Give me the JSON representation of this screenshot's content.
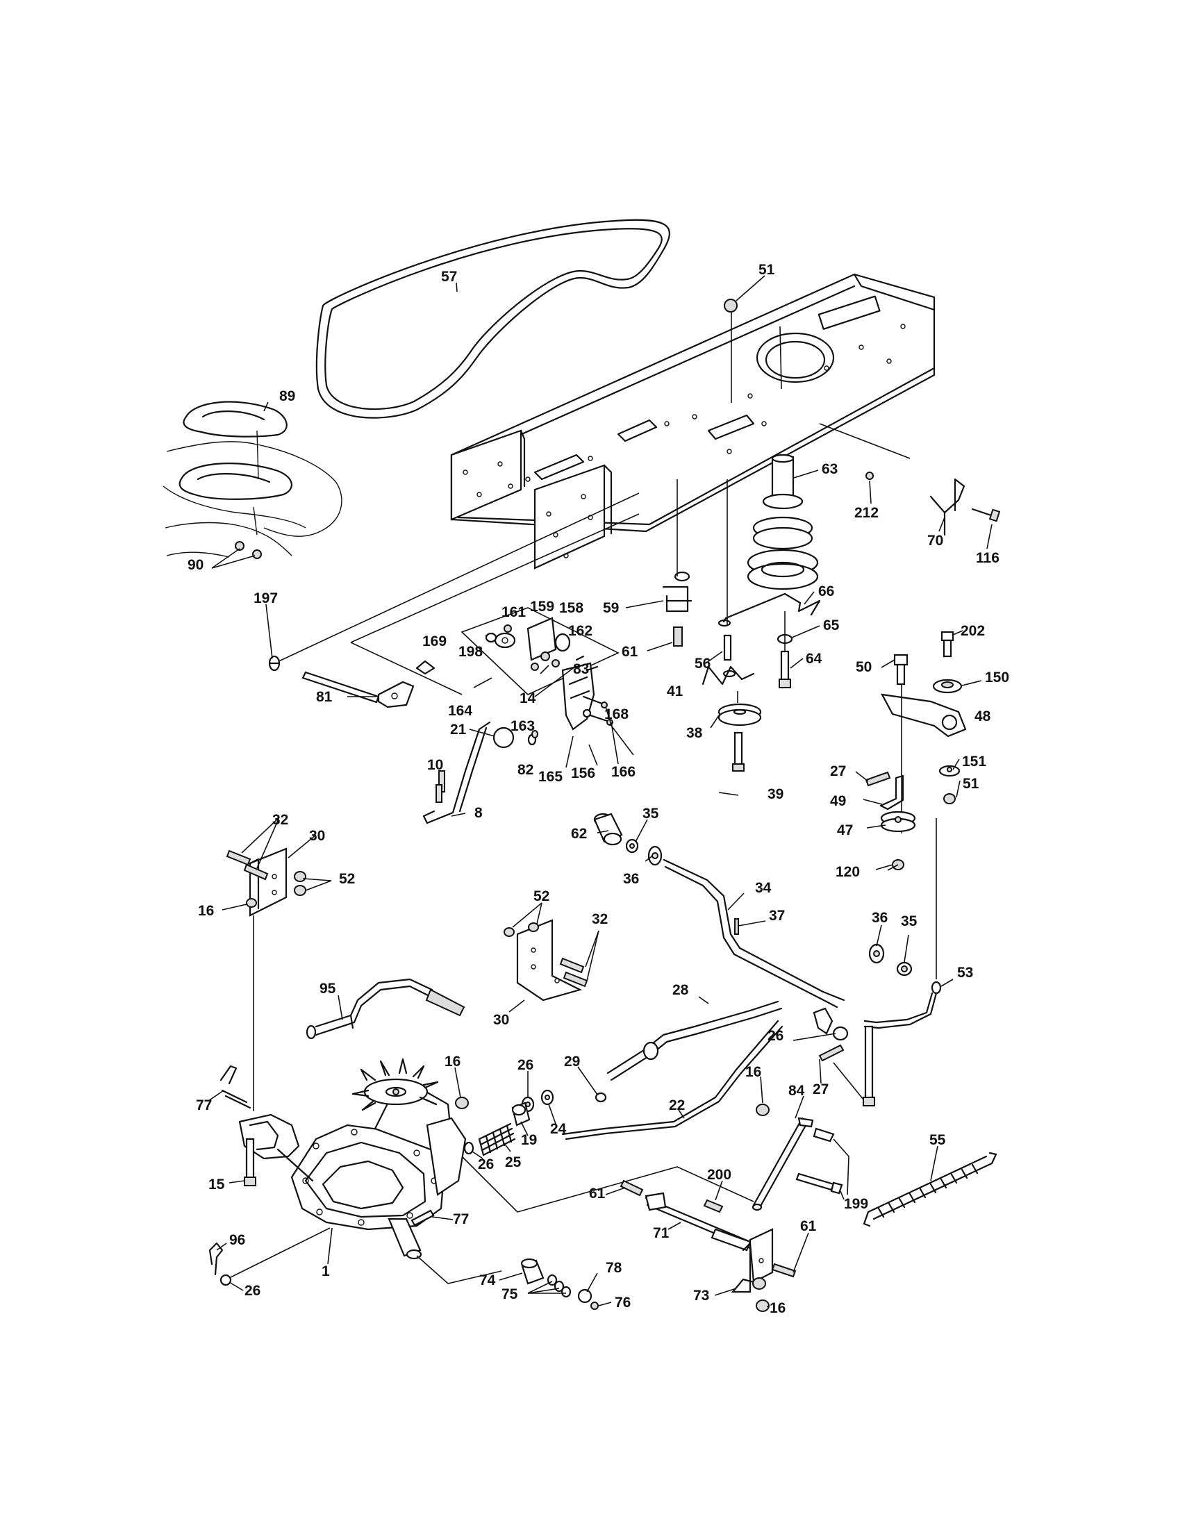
{
  "diagram": {
    "callouts": [
      {
        "id": "57"
      },
      {
        "id": "51a",
        "text": "51"
      },
      {
        "id": "89"
      },
      {
        "id": "63"
      },
      {
        "id": "212"
      },
      {
        "id": "70"
      },
      {
        "id": "116"
      },
      {
        "id": "90"
      },
      {
        "id": "197"
      },
      {
        "id": "59"
      },
      {
        "id": "66"
      },
      {
        "id": "161"
      },
      {
        "id": "159"
      },
      {
        "id": "158"
      },
      {
        "id": "169"
      },
      {
        "id": "198"
      },
      {
        "id": "162"
      },
      {
        "id": "65"
      },
      {
        "id": "202"
      },
      {
        "id": "61a",
        "text": "61"
      },
      {
        "id": "56"
      },
      {
        "id": "64"
      },
      {
        "id": "50"
      },
      {
        "id": "150"
      },
      {
        "id": "81"
      },
      {
        "id": "14"
      },
      {
        "id": "164"
      },
      {
        "id": "83"
      },
      {
        "id": "41"
      },
      {
        "id": "163"
      },
      {
        "id": "168"
      },
      {
        "id": "48"
      },
      {
        "id": "21"
      },
      {
        "id": "38"
      },
      {
        "id": "82"
      },
      {
        "id": "165"
      },
      {
        "id": "156"
      },
      {
        "id": "166"
      },
      {
        "id": "27a",
        "text": "27"
      },
      {
        "id": "151"
      },
      {
        "id": "10"
      },
      {
        "id": "51b",
        "text": "51"
      },
      {
        "id": "39"
      },
      {
        "id": "49"
      },
      {
        "id": "8"
      },
      {
        "id": "47"
      },
      {
        "id": "35a",
        "text": "35"
      },
      {
        "id": "32a",
        "text": "32"
      },
      {
        "id": "30a",
        "text": "30"
      },
      {
        "id": "62"
      },
      {
        "id": "36a",
        "text": "36"
      },
      {
        "id": "120"
      },
      {
        "id": "52a",
        "text": "52"
      },
      {
        "id": "34"
      },
      {
        "id": "16a",
        "text": "16"
      },
      {
        "id": "52b",
        "text": "52"
      },
      {
        "id": "37"
      },
      {
        "id": "36b",
        "text": "36"
      },
      {
        "id": "35b",
        "text": "35"
      },
      {
        "id": "32b",
        "text": "32"
      },
      {
        "id": "53"
      },
      {
        "id": "95"
      },
      {
        "id": "28"
      },
      {
        "id": "30b",
        "text": "30"
      },
      {
        "id": "26a",
        "text": "26"
      },
      {
        "id": "27b",
        "text": "27"
      },
      {
        "id": "29"
      },
      {
        "id": "16b",
        "text": "16"
      },
      {
        "id": "26b",
        "text": "26"
      },
      {
        "id": "84"
      },
      {
        "id": "16c",
        "text": "16"
      },
      {
        "id": "22"
      },
      {
        "id": "77a",
        "text": "77"
      },
      {
        "id": "19"
      },
      {
        "id": "24"
      },
      {
        "id": "55"
      },
      {
        "id": "26c",
        "text": "26"
      },
      {
        "id": "25"
      },
      {
        "id": "199"
      },
      {
        "id": "15"
      },
      {
        "id": "200"
      },
      {
        "id": "61b",
        "text": "61"
      },
      {
        "id": "61c",
        "text": "61"
      },
      {
        "id": "71"
      },
      {
        "id": "77b",
        "text": "77"
      },
      {
        "id": "96"
      },
      {
        "id": "78"
      },
      {
        "id": "1"
      },
      {
        "id": "74"
      },
      {
        "id": "73"
      },
      {
        "id": "26d",
        "text": "26"
      },
      {
        "id": "75"
      },
      {
        "id": "76"
      },
      {
        "id": "16d",
        "text": "16"
      }
    ]
  }
}
